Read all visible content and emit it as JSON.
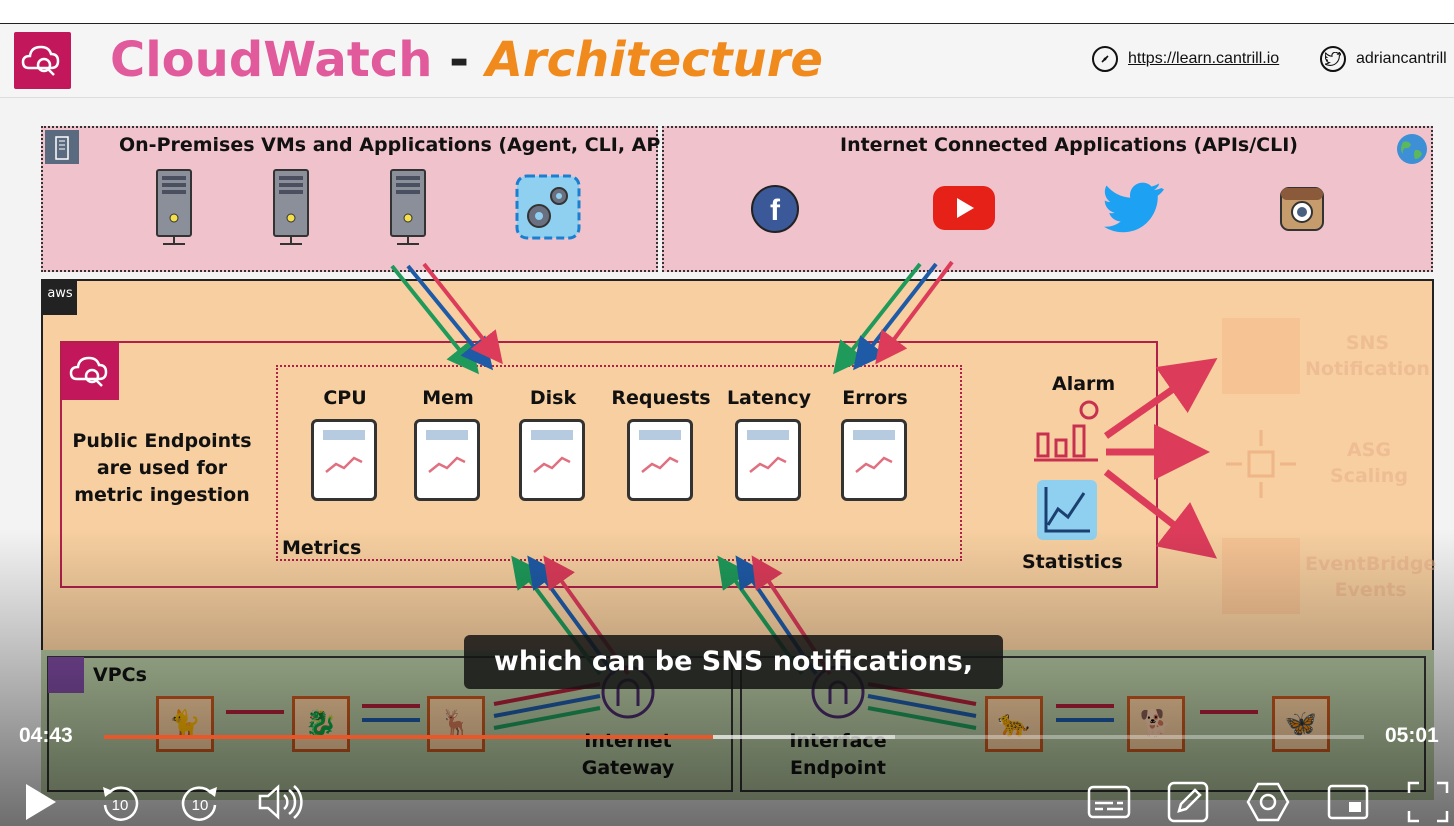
{
  "header": {
    "title_part1": "CloudWatch",
    "title_sep": "-",
    "title_part2": "Architecture",
    "website": "https://learn.cantrill.io",
    "twitter": "adriancantrill"
  },
  "diagram": {
    "onprem_title": "On-Premises VMs and Applications (Agent, CLI, API)",
    "internet_title": "Internet Connected Applications (APIs/CLI)",
    "aws_badge": "aws",
    "public_endpoints_text": "Public Endpoints are used for metric ingestion",
    "metrics_title": "Metrics",
    "metrics": [
      "CPU",
      "Mem",
      "Disk",
      "Requests",
      "Latency",
      "Errors"
    ],
    "alarm_label": "Alarm",
    "statistics_label": "Statistics",
    "targets": [
      {
        "line1": "SNS",
        "line2": "Notification"
      },
      {
        "line1": "ASG",
        "line2": "Scaling"
      },
      {
        "line1": "EventBridge",
        "line2": "Events"
      }
    ],
    "vpc_label": "VPCs",
    "internet_gateway_label": "Internet Gateway",
    "interface_endpoint_label": "Interface Endpoint",
    "social_icons": [
      "facebook-icon",
      "youtube-icon",
      "twitter-icon",
      "instagram-icon"
    ]
  },
  "player": {
    "caption": "which can be SNS notifications,",
    "current_time": "04:43",
    "duration": "05:01",
    "progress": 0.483,
    "buffered": 0.628,
    "rewind_seconds": "10",
    "forward_seconds": "10"
  },
  "colors": {
    "accent_pink": "#e05a9c",
    "accent_orange": "#f08a1c",
    "progress": "#e8572a",
    "arrow_red": "#dc3c5a",
    "arrow_blue": "#1f5aa6",
    "arrow_green": "#1f9a5a"
  }
}
